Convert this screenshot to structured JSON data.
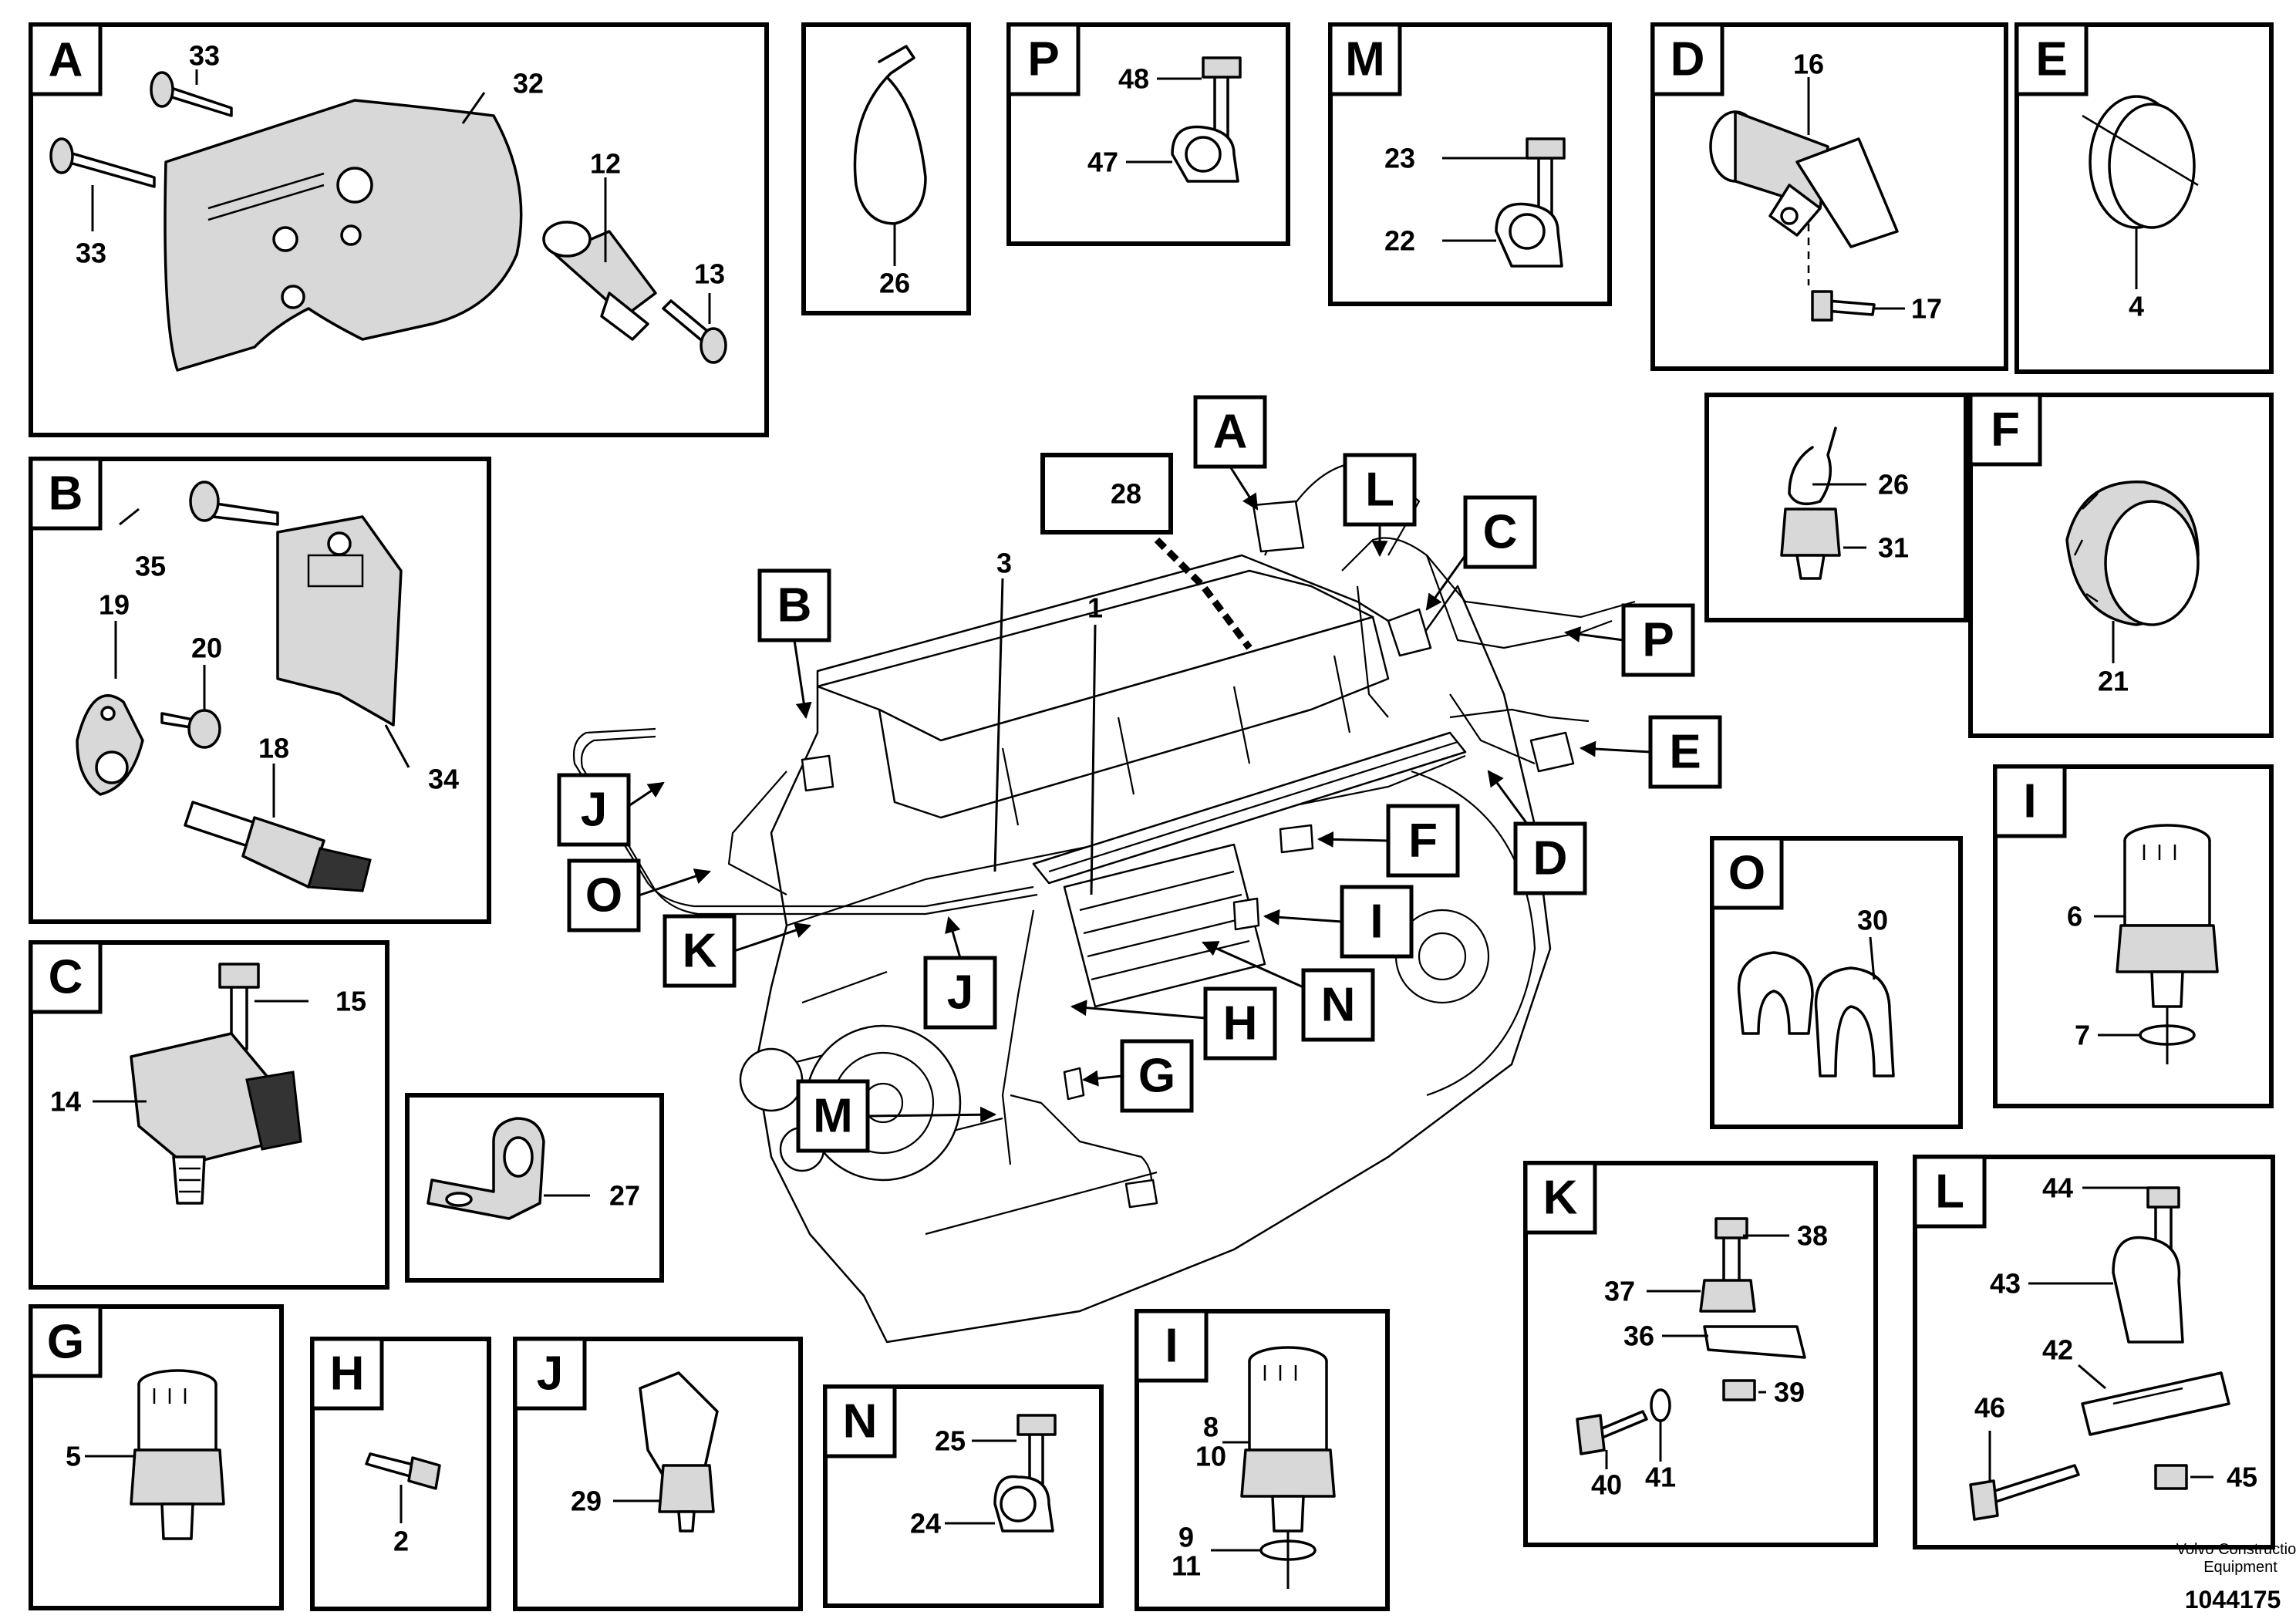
{
  "panels": {
    "A": {
      "letter": "A",
      "labels": [
        "33",
        "32",
        "33",
        "12",
        "13"
      ]
    },
    "B": {
      "letter": "B",
      "labels": [
        "35",
        "19",
        "20",
        "18",
        "34"
      ]
    },
    "C": {
      "letter": "C",
      "labels": [
        "15",
        "14"
      ]
    },
    "G": {
      "letter": "G",
      "labels": [
        "5"
      ]
    },
    "H": {
      "letter": "H",
      "labels": [
        "2"
      ]
    },
    "J": {
      "letter": "J",
      "labels": [
        "29"
      ]
    },
    "N": {
      "letter": "N",
      "labels": [
        "25",
        "24"
      ]
    },
    "I_bottom": {
      "letter": "I",
      "labels": [
        "8",
        "10",
        "9",
        "11"
      ]
    },
    "K": {
      "letter": "K",
      "labels": [
        "38",
        "37",
        "36",
        "39",
        "40",
        "41"
      ]
    },
    "L": {
      "letter": "L",
      "labels": [
        "44",
        "43",
        "42",
        "46",
        "45"
      ]
    },
    "tie": {
      "labels": [
        "26"
      ]
    },
    "P": {
      "letter": "P",
      "labels": [
        "48",
        "47"
      ]
    },
    "M": {
      "letter": "M",
      "labels": [
        "23",
        "22"
      ]
    },
    "D": {
      "letter": "D",
      "labels": [
        "16",
        "17"
      ]
    },
    "E": {
      "letter": "E",
      "labels": [
        "4"
      ]
    },
    "sensor": {
      "labels": [
        "26",
        "31"
      ]
    },
    "F": {
      "letter": "F",
      "labels": [
        "21"
      ]
    },
    "I_right": {
      "letter": "I",
      "labels": [
        "6",
        "7"
      ]
    },
    "O": {
      "letter": "O",
      "labels": [
        "30"
      ]
    },
    "bracket": {
      "labels": [
        "27"
      ]
    }
  },
  "main": {
    "callouts": [
      "A",
      "B",
      "C",
      "P",
      "E",
      "D",
      "F",
      "I",
      "N",
      "H",
      "G",
      "M",
      "J",
      "O",
      "K",
      "J",
      "L"
    ],
    "part_labels": [
      "28",
      "3",
      "1"
    ]
  },
  "footer": {
    "manufacturer_line1": "Volvo Construction",
    "manufacturer_line2": "Equipment",
    "reference": "1044175"
  }
}
